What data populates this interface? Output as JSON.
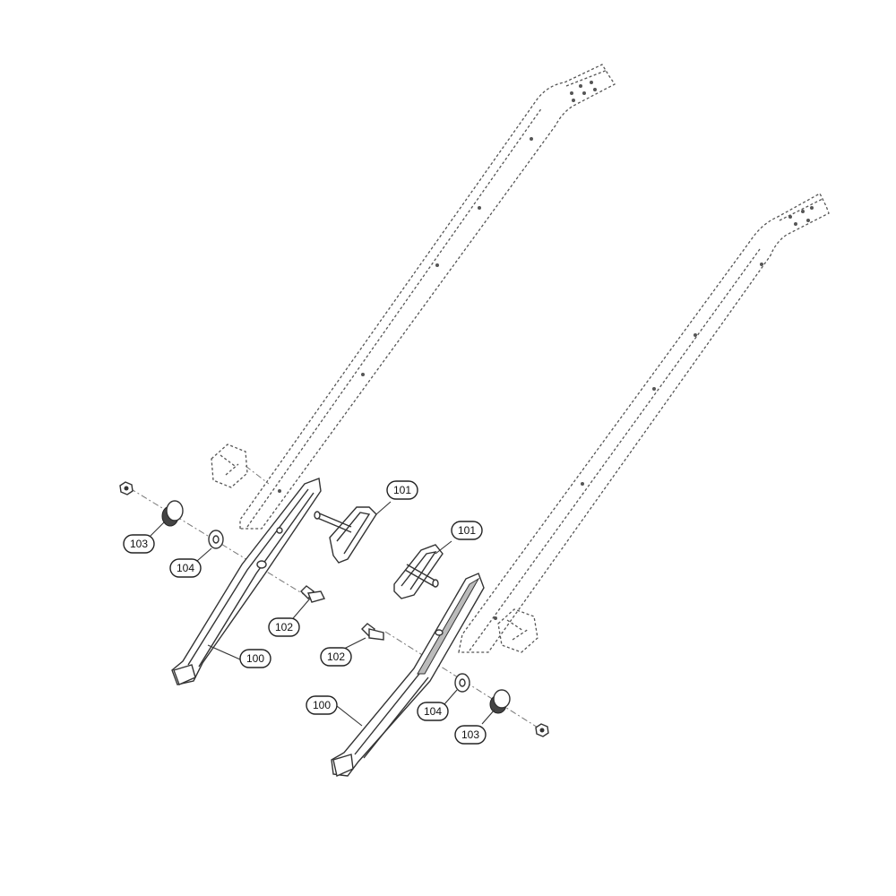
{
  "callouts": [
    {
      "id": "c100a",
      "label": "100"
    },
    {
      "id": "c100b",
      "label": "100"
    },
    {
      "id": "c101a",
      "label": "101"
    },
    {
      "id": "c101b",
      "label": "101"
    },
    {
      "id": "c102a",
      "label": "102"
    },
    {
      "id": "c102b",
      "label": "102"
    },
    {
      "id": "c103a",
      "label": "103"
    },
    {
      "id": "c103b",
      "label": "103"
    },
    {
      "id": "c104a",
      "label": "104"
    },
    {
      "id": "c104b",
      "label": "104"
    }
  ]
}
